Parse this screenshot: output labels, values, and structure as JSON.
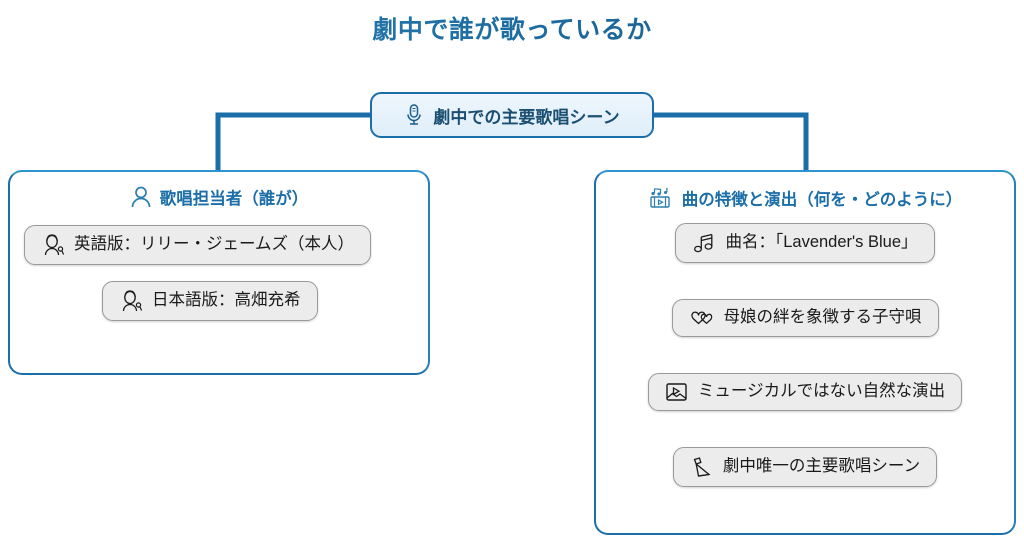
{
  "title": "劇中で誰が歌っているか",
  "root": {
    "label": "劇中での主要歌唱シーン",
    "icon": "microphone-icon"
  },
  "panels": [
    {
      "id": "left",
      "title": "歌唱担当者（誰が）",
      "icon": "person-icon",
      "cards": [
        {
          "label": "英語版：リリー・ジェームズ（本人）",
          "icon": "woman-singer-icon"
        },
        {
          "label": "日本語版：高畑充希",
          "icon": "woman-singer-icon"
        }
      ]
    },
    {
      "id": "right",
      "title": "曲の特徴と演出（何を・どのように）",
      "icon": "film-music-icon",
      "cards": [
        {
          "label": "曲名：「Lavender's Blue」",
          "icon": "music-note-icon"
        },
        {
          "label": "母娘の絆を象徴する子守唄",
          "icon": "two-hearts-icon"
        },
        {
          "label": "ミュージカルではない自然な演出",
          "icon": "image-play-icon"
        },
        {
          "label": "劇中唯一の主要歌唱シーン",
          "icon": "spotlight-icon"
        }
      ]
    }
  ],
  "colors": {
    "title_gradient_start": "#2f86b8",
    "title_gradient_end": "#17537e",
    "accent_blue": "#1b6ea8",
    "panel_border_light": "#2e93cf",
    "root_fill": "#e8f2fa",
    "card_fill": "#ececec",
    "card_border": "#9a9a9a",
    "connector_gray": "#8c8c8c"
  }
}
